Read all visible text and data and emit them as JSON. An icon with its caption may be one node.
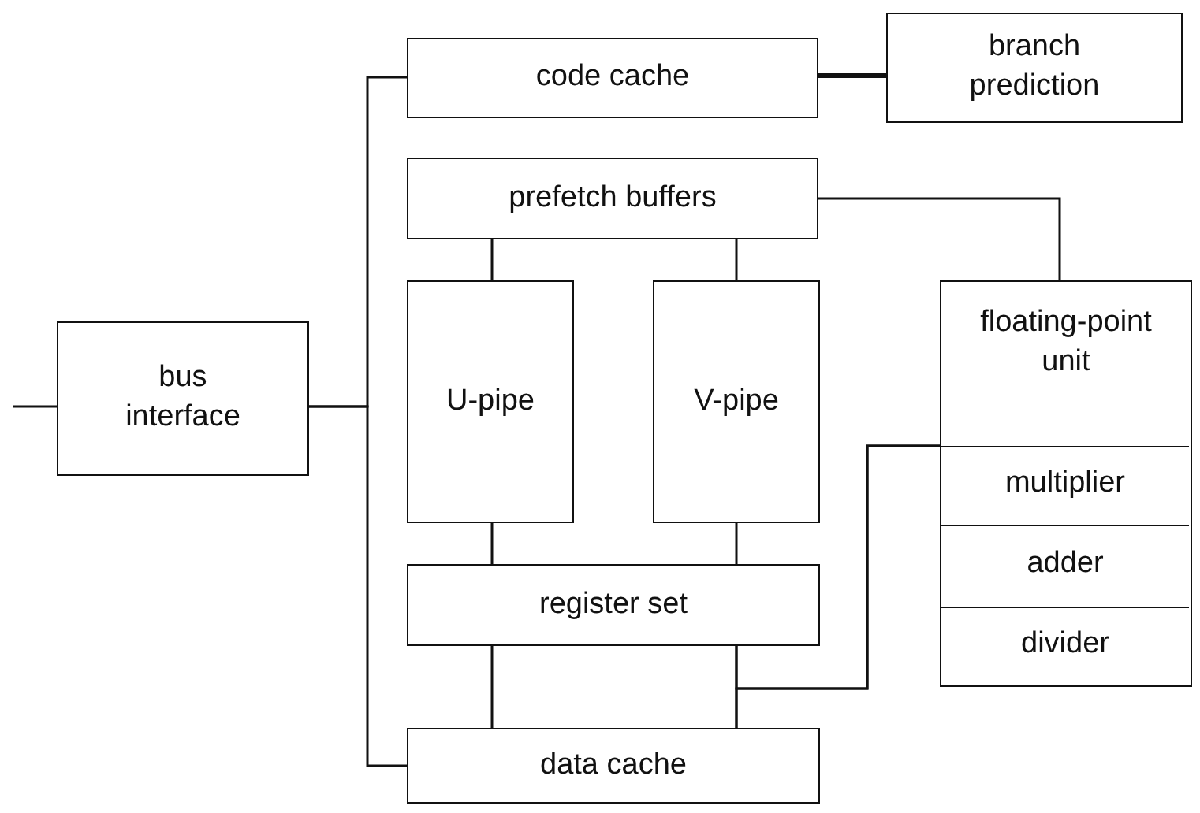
{
  "diagram": {
    "nodes": [
      {
        "text": [
          "bus interface"
        ]
      },
      {
        "text": [
          "code cache"
        ]
      },
      {
        "text": [
          "branch prediction"
        ]
      },
      {
        "text": [
          "prefetch buffers"
        ]
      },
      {
        "text": [
          "U-pipe"
        ]
      },
      {
        "text": [
          "V-pipe"
        ]
      },
      {
        "text": [
          "register set"
        ]
      },
      {
        "text": [
          "data cache"
        ]
      },
      {
        "text": [
          "floating-point unit"
        ]
      },
      {
        "text": [
          "multiplier"
        ],
        "in": 8
      },
      {
        "text": [
          "adder"
        ],
        "in": 8
      },
      {
        "text": [
          "divider"
        ],
        "in": 8
      }
    ],
    "edges": [
      {
        "from": null,
        "to": 0,
        "arrow": "none"
      },
      {
        "from": 0,
        "to": 1,
        "arrow": "none"
      },
      {
        "from": 0,
        "to": 7,
        "arrow": "none"
      },
      {
        "from": 1,
        "to": 2,
        "arrow": "none",
        "style": "thick"
      },
      {
        "from": 3,
        "to": 8,
        "arrow": "none"
      },
      {
        "from": 3,
        "to": 4,
        "arrow": "none"
      },
      {
        "from": 3,
        "to": 5,
        "arrow": "none"
      },
      {
        "from": 4,
        "to": 6,
        "arrow": "none"
      },
      {
        "from": 5,
        "to": 6,
        "arrow": "none"
      },
      {
        "from": 6,
        "to": 7,
        "arrow": "none"
      },
      {
        "from": 6,
        "to": 7,
        "arrow": "none"
      },
      {
        "from": 6,
        "to": 8,
        "arrow": "none"
      },
      {
        "from": 7,
        "to": 8,
        "arrow": "none"
      }
    ]
  }
}
